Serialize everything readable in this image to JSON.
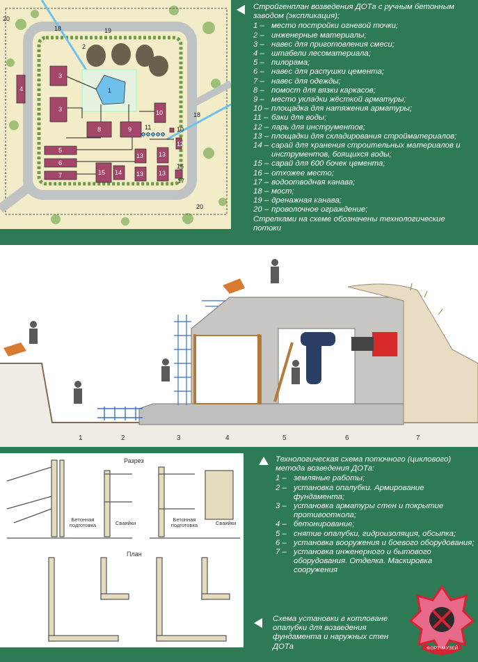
{
  "site_plan": {
    "title": "Стройгенплан возведения ДОТа с ручным бетонным заводом (экспликация);",
    "items": [
      {
        "n": "1 –",
        "text": "место постройки огневой точки;"
      },
      {
        "n": "2 –",
        "text": "инженерные материалы;"
      },
      {
        "n": "3 –",
        "text": "навес для приготовления смеси;"
      },
      {
        "n": "4 –",
        "text": "штабели лесоматериала;"
      },
      {
        "n": "5 –",
        "text": "пилорама;"
      },
      {
        "n": "6 –",
        "text": "навес для распушки цемента;"
      },
      {
        "n": "7 –",
        "text": "навес для одежды;"
      },
      {
        "n": "8 –",
        "text": "помост для вязки каркасов;"
      },
      {
        "n": "9 –",
        "text": "место укладки жёсткой арматуры;"
      },
      {
        "n": "10 –",
        "text": "площадка для натяжения арматуры;"
      },
      {
        "n": "11 –",
        "text": "баки для воды;"
      },
      {
        "n": "12 –",
        "text": "ларь для инструментов;"
      },
      {
        "n": "13 –",
        "text": "площадки для складирования стройматериалов;"
      },
      {
        "n": "14 –",
        "text": "сарай для хранения строительных материалов и инструментов, боящихся воды;"
      },
      {
        "n": "15 –",
        "text": "сарай для 600 бочек цемента;"
      },
      {
        "n": "16 –",
        "text": "отхожее место;"
      },
      {
        "n": "17 –",
        "text": "водоотводная канава;"
      },
      {
        "n": "18 –",
        "text": "мост;"
      },
      {
        "n": "19 –",
        "text": "дренажная канава;"
      },
      {
        "n": "20 –",
        "text": "проволочное ограждение;"
      }
    ],
    "footer": "Стрелками на схеме обозначены технологические потоки",
    "map_labels": {
      "l20a": "20",
      "l18a": "18",
      "l19": "19",
      "l1": "1",
      "l2": "2",
      "l3a": "3",
      "l3b": "3",
      "l4": "4",
      "l5": "5",
      "l6": "6",
      "l7": "7",
      "l8": "8",
      "l9": "9",
      "l10a": "10",
      "l10b": "10",
      "l11": "11",
      "l12": "12",
      "l13a": "13",
      "l13b": "13",
      "l13c": "13",
      "l13d": "13",
      "l14": "14",
      "l15": "15",
      "l16": "16",
      "l17": "17",
      "l18b": "18",
      "l20b": "20"
    }
  },
  "flow_scheme": {
    "stage_labels": [
      "1",
      "2",
      "3",
      "4",
      "5",
      "6",
      "7"
    ],
    "title": "Технологическая схема поточного (циклового) метода возведения ДОТа:",
    "items": [
      {
        "n": "1 –",
        "text": "земляные работы;"
      },
      {
        "n": "2 –",
        "text": "установка опалубки. Армирование фундамента;"
      },
      {
        "n": "3 –",
        "text": "установка арматуры стен и покрытие противооткола;"
      },
      {
        "n": "4 –",
        "text": "бетонирование;"
      },
      {
        "n": "5 –",
        "text": "снятие опалубки, гидроизоляция, обсыпка;"
      },
      {
        "n": "6 –",
        "text": "установка вооружения и боевого оборудования;"
      },
      {
        "n": "7 –",
        "text": "установка инженерного и бытового оборудования. Отделка. Маскировка сооружения"
      }
    ]
  },
  "formwork": {
    "section_label": "Разрез",
    "plan_label": "План",
    "label_base_a": "Бетонная подготовка",
    "label_piles_a": "Сваийки",
    "label_base_b": "Бетонная подготовка",
    "label_piles_b": "Сваийки",
    "caption": "Схема установки в котловане опалубки для возведения фундамента и наружных стен ДОТа",
    "logo_text": "ФОРТ-МУЗЕЙ"
  },
  "colors": {
    "panel_green": "#2d7a55",
    "plan_bg": "#f3ecc8",
    "building": "#a4456a",
    "road": "#bfc3c3",
    "water": "#6fc0ea",
    "logo_red": "#d62232",
    "logo_pink": "#e86a8a"
  }
}
